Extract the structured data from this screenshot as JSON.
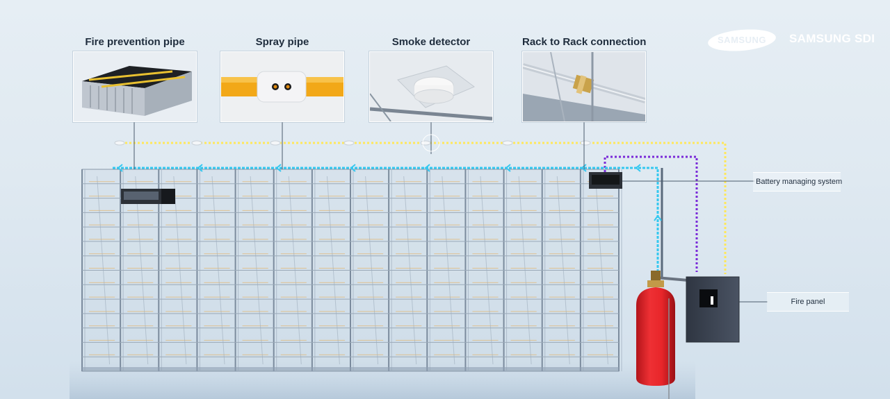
{
  "callouts": [
    {
      "title": "Fire prevention pipe"
    },
    {
      "title": "Spray pipe"
    },
    {
      "title": "Smoke detector"
    },
    {
      "title": "Rack to Rack connection"
    }
  ],
  "branding": {
    "samsung_logo": "SAMSUNG",
    "samsung_sdi": "SAMSUNG SDI"
  },
  "labels": {
    "bms": "Battery managing system",
    "fire_panel": "Fire panel"
  },
  "colors": {
    "yellow_line": "#ffe85a",
    "cyan_line": "#34c8f0",
    "purple_line": "#7a2ad8",
    "extinguisher": "#e8262a",
    "panel": "#3a4250",
    "pipe": "#f5a623"
  }
}
